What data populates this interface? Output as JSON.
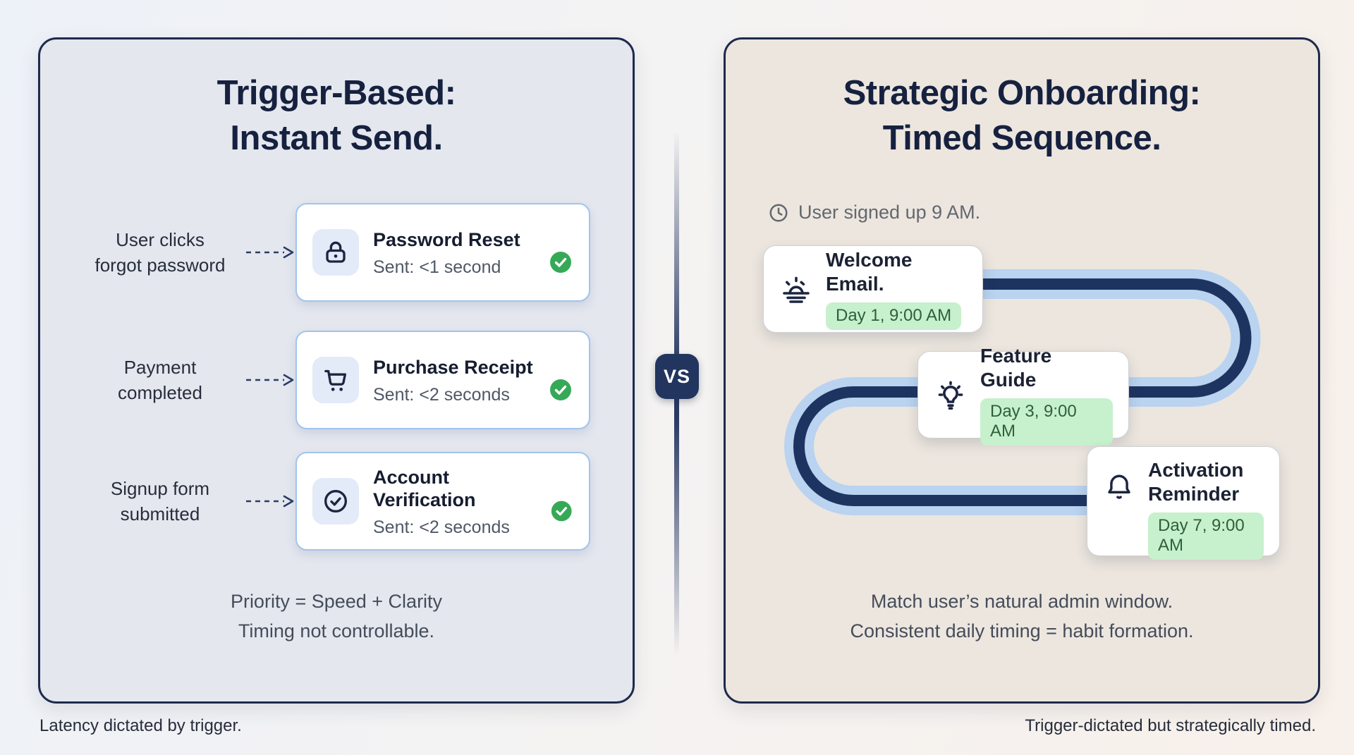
{
  "left_panel": {
    "title_line1": "Trigger-Based:",
    "title_line2": "Instant Send.",
    "rows": [
      {
        "icon": "lock-icon",
        "trigger_line1": "User clicks",
        "trigger_line2": "forgot password",
        "title": "Password Reset",
        "sent": "Sent: <1 second"
      },
      {
        "icon": "cart-icon",
        "trigger_line1": "Payment",
        "trigger_line2": "completed",
        "title": "Purchase Receipt",
        "sent": "Sent: <2 seconds"
      },
      {
        "icon": "circle-check-icon",
        "trigger_line1": "Signup form",
        "trigger_line2": "submitted",
        "title": "Account Verification",
        "sent": "Sent: <2 seconds"
      }
    ],
    "summary_line1": "Priority = Speed + Clarity",
    "summary_line2": "Timing not controllable.",
    "caption": "Latency dictated by trigger."
  },
  "divider": {
    "vs_label": "VS"
  },
  "right_panel": {
    "title_line1": "Strategic Onboarding:",
    "title_line2": "Timed Sequence.",
    "signup_note": "User signed up 9 AM.",
    "steps": [
      {
        "icon": "sunrise-icon",
        "title": "Welcome Email.",
        "badge": "Day 1, 9:00 AM"
      },
      {
        "icon": "lightbulb-icon",
        "title": "Feature Guide",
        "badge": "Day 3, 9:00 AM"
      },
      {
        "icon": "bell-icon",
        "title": "Activation",
        "title_line2": "Reminder",
        "badge": "Day 7, 9:00 AM"
      }
    ],
    "summary_line1": "Match user’s natural admin window.",
    "summary_line2": "Consistent daily timing = habit formation.",
    "caption": "Trigger-dictated but strategically timed."
  },
  "colors": {
    "panel_border_navy": "#1e2a4c",
    "left_panel_bg": "#e4e7ee",
    "right_panel_bg": "#ece6df",
    "card_border_blue": "#a2c4ec",
    "icon_navy": "#1c2541",
    "success_green": "#36a957",
    "pill_green_bg": "#c7f0cc",
    "pill_green_text": "#2f5f3c",
    "path_outer_blue": "#b9d3f0",
    "path_inner_navy": "#1d3460",
    "vs_badge_bg": "#22355f"
  }
}
